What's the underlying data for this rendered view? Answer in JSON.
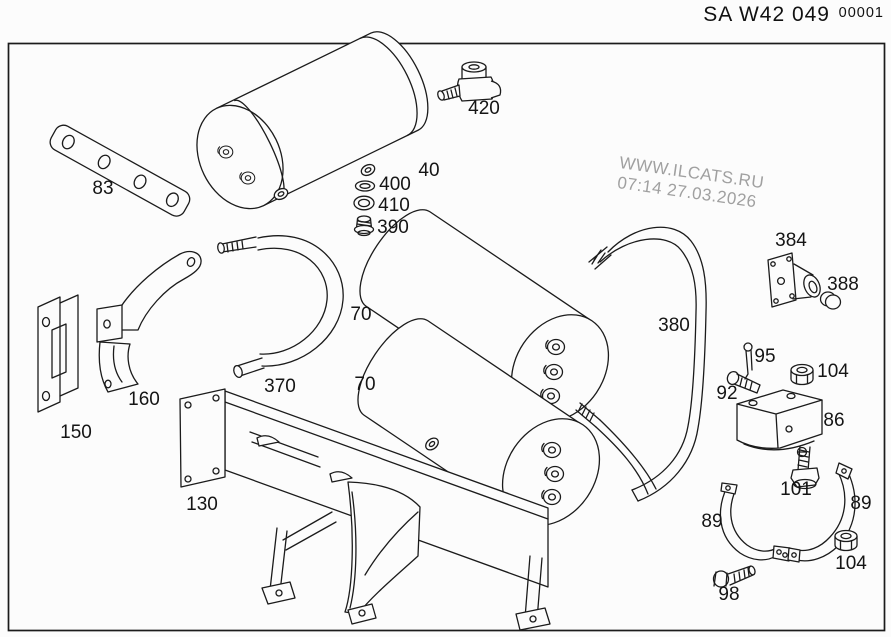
{
  "header": {
    "sheet_code": "SA W42 049",
    "sheet_number": "00001"
  },
  "watermark": {
    "site": "WWW.ILCATS.RU",
    "timestamp": "07:14 27.03.2026"
  },
  "colors": {
    "line": "#1b1b1b",
    "watermark": "#a0a0a0",
    "paper": "#fcfcfc"
  },
  "labels": {
    "p83": "83",
    "p40": "40",
    "p400": "400",
    "p410": "410",
    "p390": "390",
    "p420": "420",
    "p70a": "70",
    "p70b": "70",
    "p370": "370",
    "p380": "380",
    "p384": "384",
    "p388": "388",
    "p95": "95",
    "p92": "92",
    "p104a": "104",
    "p86": "86",
    "p101": "101",
    "p89a": "89",
    "p89b": "89",
    "p104b": "104",
    "p98": "98",
    "p130": "130",
    "p150": "150",
    "p160": "160"
  }
}
